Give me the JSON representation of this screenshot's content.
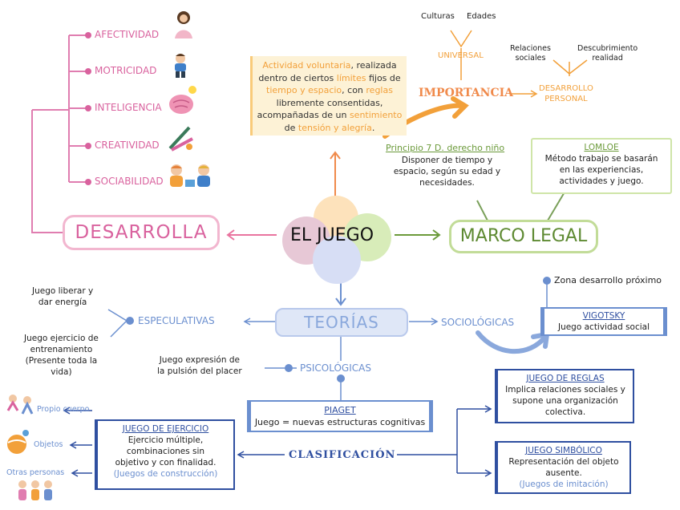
{
  "center": {
    "title": "EL JUEGO"
  },
  "desarrolla": {
    "label": "DESARROLLA",
    "items": [
      "AFECTIVIDAD",
      "MOTRICIDAD",
      "INTELIGENCIA",
      "CREATIVIDAD",
      "SOCIABILIDAD"
    ]
  },
  "definition": {
    "line1": [
      "Actividad voluntaria",
      ", realizada"
    ],
    "line2": [
      "dentro de ciertos ",
      "límites",
      " fijos de"
    ],
    "line3": [
      "tiempo y espacio",
      ", con ",
      "reglas"
    ],
    "line4": "libremente consentidas,",
    "line5": [
      "acompañadas de un ",
      "sentimiento"
    ],
    "line6": [
      "de ",
      "tensión y alegría",
      "."
    ]
  },
  "importancia": {
    "label": "IMPORTANCIA",
    "universal": "UNIVERSAL",
    "culturas": "Culturas",
    "edades": "Edades",
    "desarrollo_personal": [
      "DESARROLLO",
      "PERSONAL"
    ],
    "relaciones": [
      "Relaciones",
      "sociales"
    ],
    "descubrimiento": [
      "Descubrimiento",
      "realidad"
    ]
  },
  "marco_legal": {
    "label": "MARCO LEGAL",
    "principio_title": "Principio 7 D. derecho niño",
    "principio_text": [
      "Disponer de tiempo y",
      "espacio, según su edad y",
      "necesidades."
    ],
    "lomloe_title": "LOMLOE",
    "lomloe_text": [
      "Método trabajo se basarán",
      "en las experiencias,",
      "actividades y juego."
    ]
  },
  "teorias": {
    "label": "TEORÍAS",
    "especulativas": "ESPECULATIVAS",
    "esp_item1": [
      "Juego liberar y",
      "dar energía"
    ],
    "esp_item2": [
      "Juego ejercicio de",
      "entrenamiento",
      "(Presente toda la",
      "vida)"
    ],
    "sociologicas": "SOCIOLÓGICAS",
    "zona": "Zona desarrollo próximo",
    "vigotsky_title": "VIGOTSKY",
    "vigotsky_text": "Juego actividad social",
    "psicologicas": "PSICOLÓGICAS",
    "psi_item": [
      "Juego expresión de",
      "la pulsión del placer"
    ],
    "piaget_title": "PIAGET",
    "piaget_text": "Juego = nuevas estructuras cognitivas"
  },
  "clasificacion": {
    "label": "CLASIFICACIÓN",
    "ejercicio_title": "JUEGO DE EJERCICIO",
    "ejercicio_text": [
      "Ejercicio múltiple,",
      "combinaciones sin",
      "objetivo y con finalidad."
    ],
    "ejercicio_note": "(Juegos de construcción)",
    "ejercicio_targets": [
      "Propio cuerpo",
      "Objetos",
      "Otras personas"
    ],
    "reglas_title": "JUEGO DE REGLAS",
    "reglas_text": [
      "Implica relaciones sociales y",
      "supone una organización",
      "colectiva."
    ],
    "simbolico_title": "JUEGO SIMBÓLICO",
    "simbolico_text": [
      "Representación del objeto",
      "ausente."
    ],
    "simbolico_note": "(Juegos de imitación)"
  },
  "colors": {
    "pink": "#d9629e",
    "blue": "#6b8fcf",
    "navy": "#2f4fa0",
    "orange": "#f2a03a",
    "green": "#6b9a3a"
  },
  "icons": [
    "girl-icon",
    "boy-icon",
    "brain-icon",
    "paint-icon",
    "kids-icon",
    "jump-icon",
    "ball-icon",
    "group-icon"
  ]
}
